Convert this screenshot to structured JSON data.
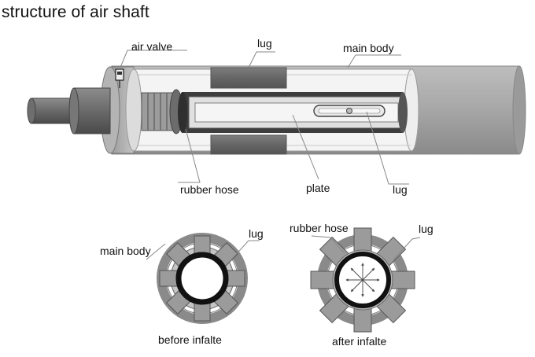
{
  "title": "structure of air shaft",
  "labels": {
    "air_valve": "air valve",
    "lug_top": "lug",
    "main_body_top": "main body",
    "rubber_hose_top": "rubber hose",
    "plate": "plate",
    "lug_bottom_label": "lug",
    "main_body_left": "main body",
    "lug_before": "lug",
    "rubber_hose_after": "rubber hose",
    "lug_after": "lug",
    "before_caption": "before infalte",
    "after_caption": "after infalte"
  },
  "colors": {
    "body_gray": "#a8a8a8",
    "dark_gray": "#3a3a3a",
    "mid_gray": "#7a7a7a",
    "light_gray": "#d2d2d2",
    "lug_gray": "#8e8e8e"
  }
}
